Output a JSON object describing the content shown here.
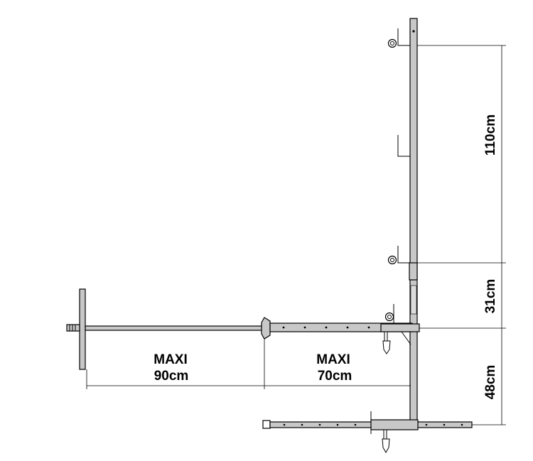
{
  "labels": {
    "dim_110": "110cm",
    "dim_31": "31cm",
    "dim_48": "48cm",
    "maxi_left_title": "MAXI",
    "maxi_left_value": "90cm",
    "maxi_right_title": "MAXI",
    "maxi_right_value": "70cm"
  },
  "colors": {
    "steel": "#c8c8c8",
    "line": "#000000",
    "background": "#ffffff"
  }
}
